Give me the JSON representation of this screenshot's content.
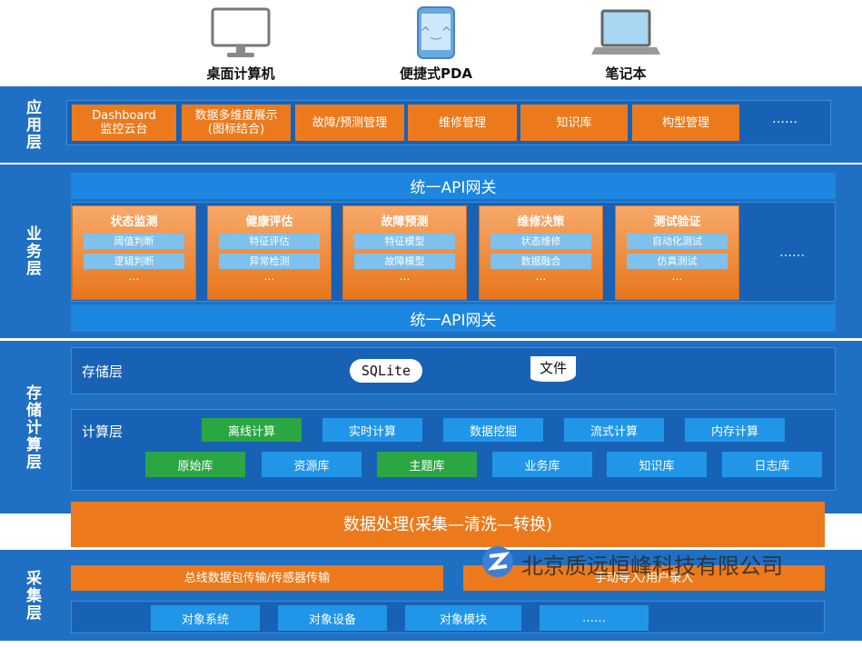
{
  "devices": [
    {
      "label": "桌面计算机",
      "icon": "desktop-icon"
    },
    {
      "label": "便捷式PDA",
      "icon": "tablet-icon"
    },
    {
      "label": "笔记本",
      "icon": "laptop-icon"
    }
  ],
  "layers": {
    "application": {
      "label": "应用层",
      "modules": [
        "Dashboard\n监控云台",
        "数据多维度展示\n(图标结合)",
        "故障/预测管理",
        "维修管理",
        "知识库",
        "构型管理",
        "……"
      ]
    },
    "business": {
      "label": "业务层",
      "gateway_top": "统一API网关",
      "gateway_bottom": "统一API网关",
      "modules": [
        {
          "title": "状态监测",
          "items": [
            "阈值判断",
            "逻辑判断"
          ],
          "more": "…"
        },
        {
          "title": "健康评估",
          "items": [
            "特征评估",
            "异常检测"
          ],
          "more": "…"
        },
        {
          "title": "故障预测",
          "items": [
            "特征模型",
            "故障模型"
          ],
          "more": "…"
        },
        {
          "title": "维修决策",
          "items": [
            "状态维修",
            "数据融合"
          ],
          "more": "…"
        },
        {
          "title": "测试验证",
          "items": [
            "自动化测试",
            "仿真测试"
          ],
          "more": "…"
        }
      ],
      "more": "……"
    },
    "storage": {
      "label": "存储计算层",
      "storage_label": "存储层",
      "sqlite": "SQLite",
      "file": "文件",
      "compute_label": "计算层",
      "compute_row1": [
        {
          "label": "离线计算",
          "color": "green"
        },
        {
          "label": "实时计算",
          "color": "blue"
        },
        {
          "label": "数据挖掘",
          "color": "blue"
        },
        {
          "label": "流式计算",
          "color": "blue"
        },
        {
          "label": "内存计算",
          "color": "blue"
        }
      ],
      "compute_row2": [
        {
          "label": "原始库",
          "color": "green"
        },
        {
          "label": "资源库",
          "color": "blue"
        },
        {
          "label": "主题库",
          "color": "green"
        },
        {
          "label": "业务库",
          "color": "blue"
        },
        {
          "label": "知识库",
          "color": "blue"
        },
        {
          "label": "日志库",
          "color": "blue"
        }
      ]
    },
    "processing": {
      "label": "数据处理(采集—清洗—转换)"
    },
    "collection": {
      "label": "采集层",
      "left_bar": "总线数据包传输/传感器传输",
      "right_bar": "手动导入/用户录入",
      "objects": [
        "对象系统",
        "对象设备",
        "对象模块",
        "……"
      ]
    }
  },
  "watermark": "北京质远恒峰科技有限公司",
  "colors": {
    "layer_blue": "#1f6fc2",
    "orange": "#ec7a1c",
    "green": "#2aa742",
    "light_blue": "#2196e8"
  }
}
